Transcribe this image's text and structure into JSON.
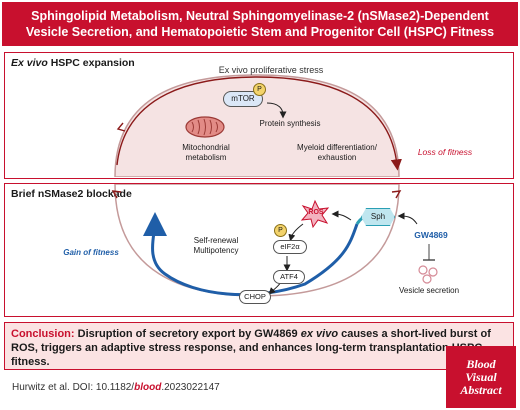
{
  "header": {
    "title_line1": "Sphingolipid Metabolism, Neutral Sphingomyelinase-2 (nSMase2)-Dependent",
    "title_line2": "Vesicle Secretion, and Hematopoietic Stem and Progenitor Cell (HSPC) Fitness"
  },
  "top_panel": {
    "label_italic": "Ex vivo",
    "label_rest": " HSPC expansion",
    "stress_label": "Ex vivo proliferative stress",
    "mtor": "mTOR",
    "phospho": "P",
    "protein_synthesis": "Protein synthesis",
    "mito_line1": "Mitochondrial",
    "mito_line2": "metabolism",
    "myeloid_line1": "Myeloid differentiation/",
    "myeloid_line2": "exhaustion",
    "loss": "Loss of fitness"
  },
  "bottom_panel": {
    "label": "Brief nSMase2 blockade",
    "gain": "Gain of fitness",
    "self_renewal": "Self-renewal",
    "multipotency": "Multipotency",
    "ros": "ROS",
    "phospho": "P",
    "eif2a": "eIF2α",
    "atf4": "ATF4",
    "chop": "CHOP",
    "sph": "Sph",
    "gw4869": "GW4869",
    "vesicle": "Vesicle secretion"
  },
  "conclusion": {
    "lead": "Conclusion:",
    "part1": " Disruption of secretory export by GW4869 ",
    "italic": "ex vivo",
    "part2": " causes a short-lived burst of ROS, triggers an adaptive stress response, and enhances long-term transplantation HSPC fitness."
  },
  "citation": {
    "prefix": "Hurwitz et al. DOI: 10.1182/",
    "journal": "blood",
    "suffix": ".2023022147"
  },
  "badge": {
    "line1": "Blood",
    "line2": "Visual",
    "line3": "Abstract"
  },
  "colors": {
    "brand_red": "#c8102e",
    "accent_blue": "#1f5ea8",
    "teal": "#2a9fb4",
    "cell_fill": "#f5e3e3"
  }
}
